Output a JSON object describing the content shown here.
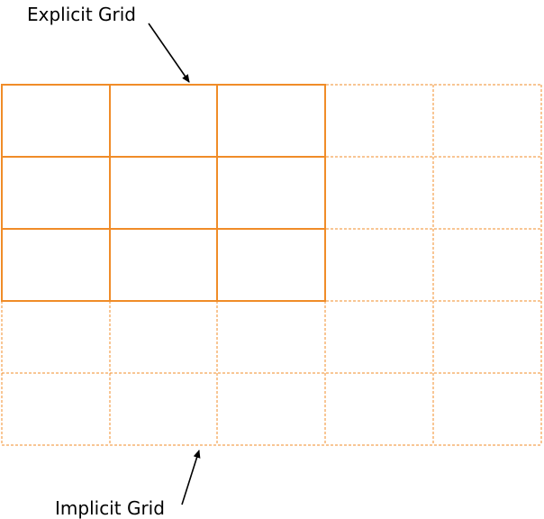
{
  "labels": {
    "explicit": "Explicit Grid",
    "implicit": "Implicit Grid"
  },
  "grid": {
    "explicit_columns": 3,
    "explicit_rows": 3,
    "total_columns": 5,
    "total_rows": 5
  },
  "colors": {
    "grid_line": "#F08C28",
    "arrow": "#000000",
    "text": "#000000"
  }
}
